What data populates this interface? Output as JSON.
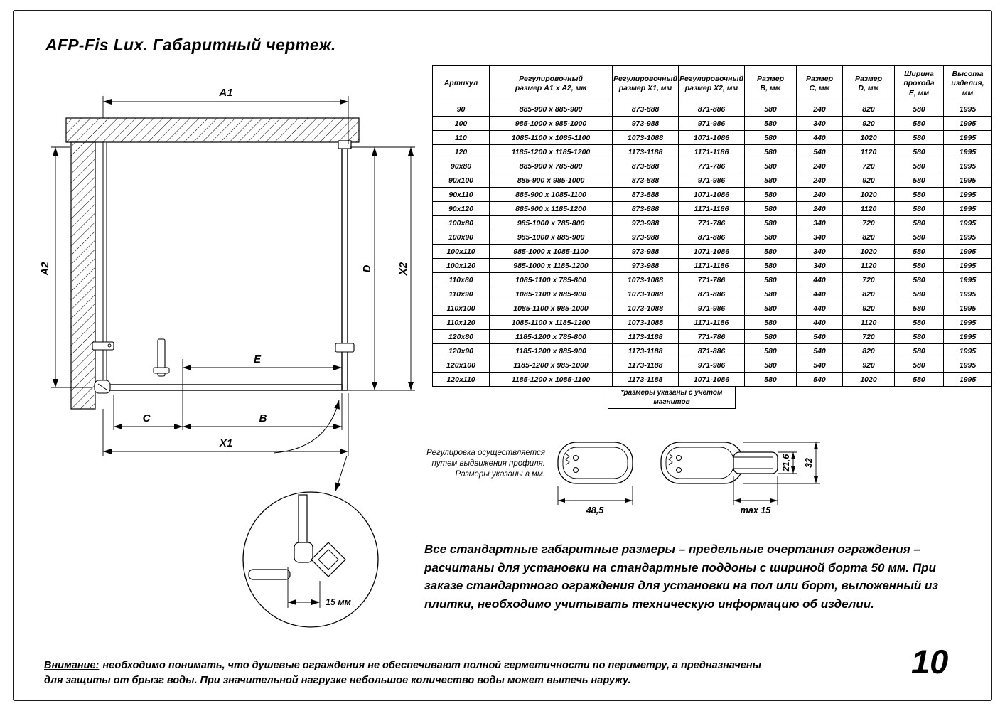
{
  "page": {
    "title": "AFP-Fis Lux. Габаритный чертеж.",
    "number": "10"
  },
  "table": {
    "headers": [
      "Артикул",
      "Регулировочный\nразмер А1 х А2, мм",
      "Регулировочный\nразмер Х1, мм",
      "Регулировочный\nразмер Х2, мм",
      "Размер\nВ, мм",
      "Размер\nС, мм",
      "Размер\nD, мм",
      "Ширина\nпрохода\nЕ, мм",
      "Высота\nизделия,\nмм"
    ],
    "rows": [
      [
        "90",
        "885-900 x 885-900",
        "873-888",
        "871-886",
        "580",
        "240",
        "820",
        "580",
        "1995"
      ],
      [
        "100",
        "985-1000 x 985-1000",
        "973-988",
        "971-986",
        "580",
        "340",
        "920",
        "580",
        "1995"
      ],
      [
        "110",
        "1085-1100 x 1085-1100",
        "1073-1088",
        "1071-1086",
        "580",
        "440",
        "1020",
        "580",
        "1995"
      ],
      [
        "120",
        "1185-1200 x 1185-1200",
        "1173-1188",
        "1171-1186",
        "580",
        "540",
        "1120",
        "580",
        "1995"
      ],
      [
        "90x80",
        "885-900 x 785-800",
        "873-888",
        "771-786",
        "580",
        "240",
        "720",
        "580",
        "1995"
      ],
      [
        "90x100",
        "885-900 x 985-1000",
        "873-888",
        "971-986",
        "580",
        "240",
        "920",
        "580",
        "1995"
      ],
      [
        "90x110",
        "885-900 x 1085-1100",
        "873-888",
        "1071-1086",
        "580",
        "240",
        "1020",
        "580",
        "1995"
      ],
      [
        "90x120",
        "885-900 x 1185-1200",
        "873-888",
        "1171-1186",
        "580",
        "240",
        "1120",
        "580",
        "1995"
      ],
      [
        "100x80",
        "985-1000 x 785-800",
        "973-988",
        "771-786",
        "580",
        "340",
        "720",
        "580",
        "1995"
      ],
      [
        "100x90",
        "985-1000 x 885-900",
        "973-988",
        "871-886",
        "580",
        "340",
        "820",
        "580",
        "1995"
      ],
      [
        "100x110",
        "985-1000 x 1085-1100",
        "973-988",
        "1071-1086",
        "580",
        "340",
        "1020",
        "580",
        "1995"
      ],
      [
        "100x120",
        "985-1000 x 1185-1200",
        "973-988",
        "1171-1186",
        "580",
        "340",
        "1120",
        "580",
        "1995"
      ],
      [
        "110x80",
        "1085-1100 x 785-800",
        "1073-1088",
        "771-786",
        "580",
        "440",
        "720",
        "580",
        "1995"
      ],
      [
        "110x90",
        "1085-1100 x 885-900",
        "1073-1088",
        "871-886",
        "580",
        "440",
        "820",
        "580",
        "1995"
      ],
      [
        "110x100",
        "1085-1100 x 985-1000",
        "1073-1088",
        "971-986",
        "580",
        "440",
        "920",
        "580",
        "1995"
      ],
      [
        "110x120",
        "1085-1100 x 1185-1200",
        "1073-1088",
        "1171-1186",
        "580",
        "440",
        "1120",
        "580",
        "1995"
      ],
      [
        "120x80",
        "1185-1200 x 785-800",
        "1173-1188",
        "771-786",
        "580",
        "540",
        "720",
        "580",
        "1995"
      ],
      [
        "120x90",
        "1185-1200 x 885-900",
        "1173-1188",
        "871-886",
        "580",
        "540",
        "820",
        "580",
        "1995"
      ],
      [
        "120x100",
        "1185-1200 x 985-1000",
        "1173-1188",
        "971-986",
        "580",
        "540",
        "920",
        "580",
        "1995"
      ],
      [
        "120x110",
        "1185-1200 x 1085-1100",
        "1173-1188",
        "1071-1086",
        "580",
        "540",
        "1020",
        "580",
        "1995"
      ]
    ],
    "footnote": "*размеры указаны с учетом\nмагнитов"
  },
  "drawing": {
    "dims": {
      "a1": "A1",
      "a2": "A2",
      "x1": "X1",
      "x2": "X2",
      "b": "B",
      "c": "C",
      "d": "D",
      "e": "E",
      "detail": "15 мм"
    },
    "note": "Регулировка осуществляется\nпутем выдвижения профиля.\nРазмеры указаны в мм."
  },
  "profiles": {
    "width": "48,5",
    "max": "max 15",
    "inner_height": "21,6",
    "outer_height": "32"
  },
  "body_text": "Все стандартные габаритные размеры – предельные очертания ограждения – расчитаны для установки на стандартные поддоны с шириной борта 50 мм. При заказе стандартного ограждения для установки на пол или борт, выложенный из плитки, необходимо учитывать техническую информацию об изделии.",
  "warning": {
    "label": "Внимание:",
    "text": "необходимо понимать, что душевые ограждения не обеспечивают полной герметичности по периметру, а предназначены для защиты от брызг воды. При значительной нагрузке небольшое количество воды может вытечь наружу."
  }
}
